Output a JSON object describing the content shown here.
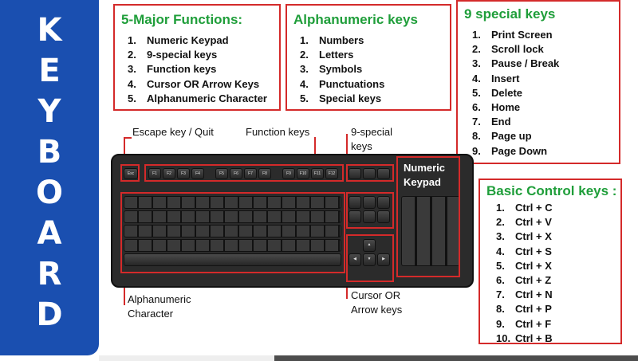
{
  "sidebar": {
    "letters": [
      "K",
      "E",
      "Y",
      "B",
      "O",
      "A",
      "R",
      "D"
    ]
  },
  "major_functions": {
    "title": "5-Major Functions:",
    "items": [
      {
        "num": "1.",
        "text": "Numeric Keypad"
      },
      {
        "num": "2.",
        "text": "9-special keys"
      },
      {
        "num": "3.",
        "text": "Function keys"
      },
      {
        "num": "4.",
        "text": "Cursor OR Arrow Keys"
      },
      {
        "num": "5.",
        "text": "Alphanumeric Character"
      }
    ]
  },
  "alphanumeric_keys": {
    "title": "Alphanumeric keys",
    "items": [
      {
        "num": "1.",
        "text": "Numbers"
      },
      {
        "num": "2.",
        "text": "Letters"
      },
      {
        "num": "3.",
        "text": "Symbols"
      },
      {
        "num": "4.",
        "text": "Punctuations"
      },
      {
        "num": "5.",
        "text": "Special keys"
      }
    ]
  },
  "special_keys": {
    "title": "9 special keys",
    "items": [
      {
        "num": "1.",
        "text": "Print Screen"
      },
      {
        "num": "2.",
        "text": "Scroll lock"
      },
      {
        "num": "3.",
        "text": "Pause / Break"
      },
      {
        "num": "4.",
        "text": "Insert"
      },
      {
        "num": "5.",
        "text": "Delete"
      },
      {
        "num": "6.",
        "text": "Home"
      },
      {
        "num": "7.",
        "text": "End"
      },
      {
        "num": "8.",
        "text": "Page up"
      },
      {
        "num": "9.",
        "text": "Page Down"
      }
    ]
  },
  "basic_control_keys": {
    "title": "Basic Control keys :",
    "items": [
      {
        "num": "1.",
        "text": "Ctrl + C"
      },
      {
        "num": "2.",
        "text": "Ctrl + V"
      },
      {
        "num": "3.",
        "text": "Ctrl + X"
      },
      {
        "num": "4.",
        "text": "Ctrl + S"
      },
      {
        "num": "5.",
        "text": "Ctrl + X"
      },
      {
        "num": "6.",
        "text": "Ctrl + Z"
      },
      {
        "num": "7.",
        "text": "Ctrl + N"
      },
      {
        "num": "8.",
        "text": "Ctrl + P"
      },
      {
        "num": "9.",
        "text": "Ctrl + F"
      },
      {
        "num": "10.",
        "text": "Ctrl + B"
      }
    ]
  },
  "diagram_labels": {
    "escape": "Escape key / Quit",
    "function_keys": "Function keys",
    "nine_special_line1": "9-special",
    "nine_special_line2": "keys",
    "numeric_line1": "Numeric",
    "numeric_line2": "Keypad",
    "alpha_line1": "Alphanumeric",
    "alpha_line2": "Character",
    "cursor_line1": "Cursor OR",
    "cursor_line2": "Arrow keys"
  },
  "colors": {
    "sidebar_blue": "#1a4fb0",
    "title_green": "#1f9e3a",
    "box_red": "#d42a2a",
    "keyboard_body": "#2b2b2b"
  }
}
